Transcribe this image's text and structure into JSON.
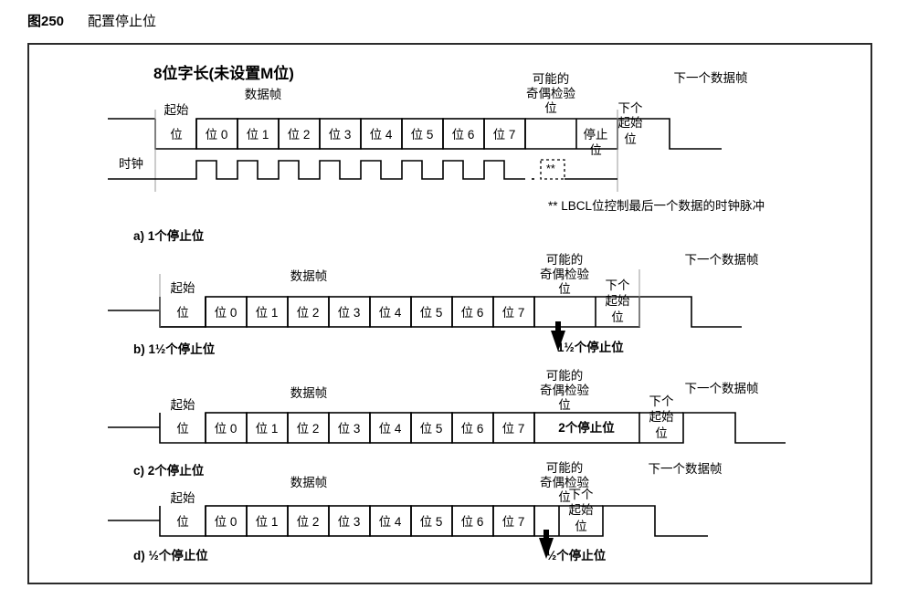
{
  "figure": {
    "number": "图250",
    "caption": "配置停止位"
  },
  "diagram": {
    "title": "8位字长(未设置M位)",
    "labels": {
      "data_frame": "数据帧",
      "start_bit": "起始\n位",
      "start_bit_line1": "起始",
      "start_bit_line2": "位",
      "stop_bit_line1": "停止",
      "stop_bit_line2": "位",
      "parity_line1": "可能的",
      "parity_line2": "奇偶检验",
      "parity_line3": "位",
      "next_start_line1": "下个",
      "next_start_line2": "起始",
      "next_start_line3": "位",
      "next_frame": "下一个数据帧",
      "clock": "时钟",
      "stop_bits_2": "2个停止位"
    },
    "bits": [
      "位 0",
      "位 1",
      "位 2",
      "位 3",
      "位 4",
      "位 5",
      "位 6",
      "位 7"
    ],
    "footnote": "** LBCL位控制最后一个数据的时钟脉冲",
    "clock_marker": "**",
    "sections": [
      {
        "key": "a",
        "label": "a) 1个停止位",
        "arrow_label": ""
      },
      {
        "key": "b",
        "label": "b) 1½个停止位",
        "arrow_label": "1½个停止位"
      },
      {
        "key": "c",
        "label": "c) 2个停止位",
        "arrow_label": ""
      },
      {
        "key": "d",
        "label": "d) ½个停止位",
        "arrow_label": "½个停止位"
      }
    ]
  },
  "colors": {
    "border": "#2b2b2b",
    "line": "#000000",
    "background": "#ffffff"
  }
}
